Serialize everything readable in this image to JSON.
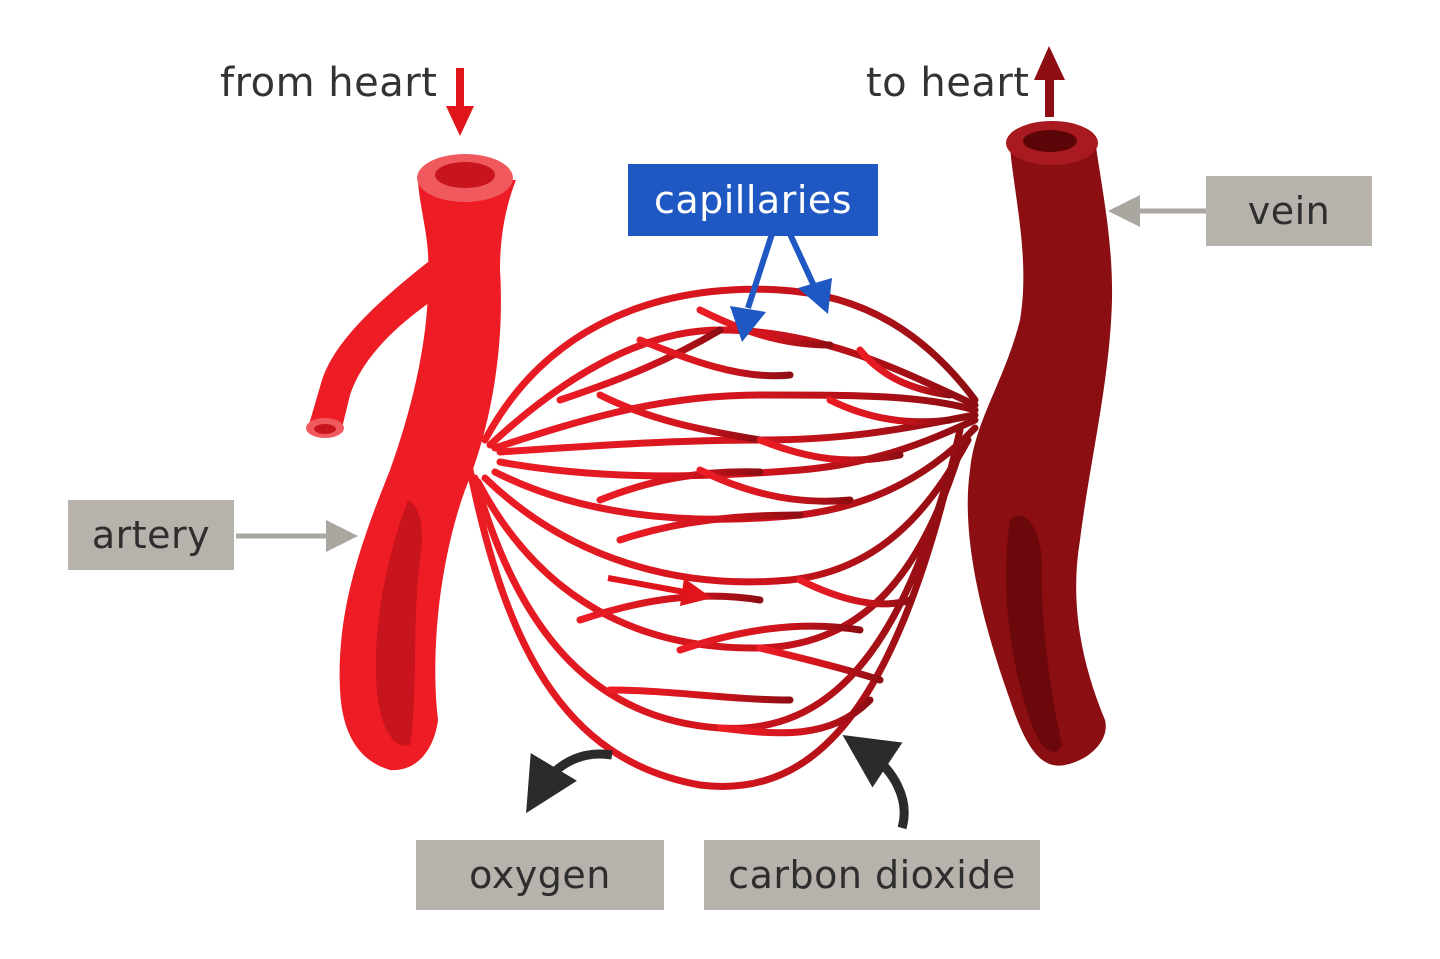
{
  "labels": {
    "from_heart": "from heart",
    "to_heart": "to heart",
    "capillaries": "capillaries",
    "vein": "vein",
    "artery": "artery",
    "oxygen": "oxygen",
    "carbon_dioxide": "carbon dioxide"
  },
  "colors": {
    "artery": "#ee1c25",
    "artery_shade": "#c8141c",
    "vein": "#8b0e12",
    "vein_shade": "#6a080b",
    "capillary_label_bg": "#1f57c3",
    "label_box_bg": "#b7b2ab",
    "pointer_arrow": "#aaa6a0",
    "gas_arrow": "#2b2b2b"
  },
  "icons": {
    "flow_in": "down-arrow-icon",
    "flow_out": "up-arrow-icon",
    "flow_direction": "right-arrow-icon",
    "oxygen_release": "curved-arrow-icon",
    "co2_uptake": "curved-arrow-icon"
  }
}
